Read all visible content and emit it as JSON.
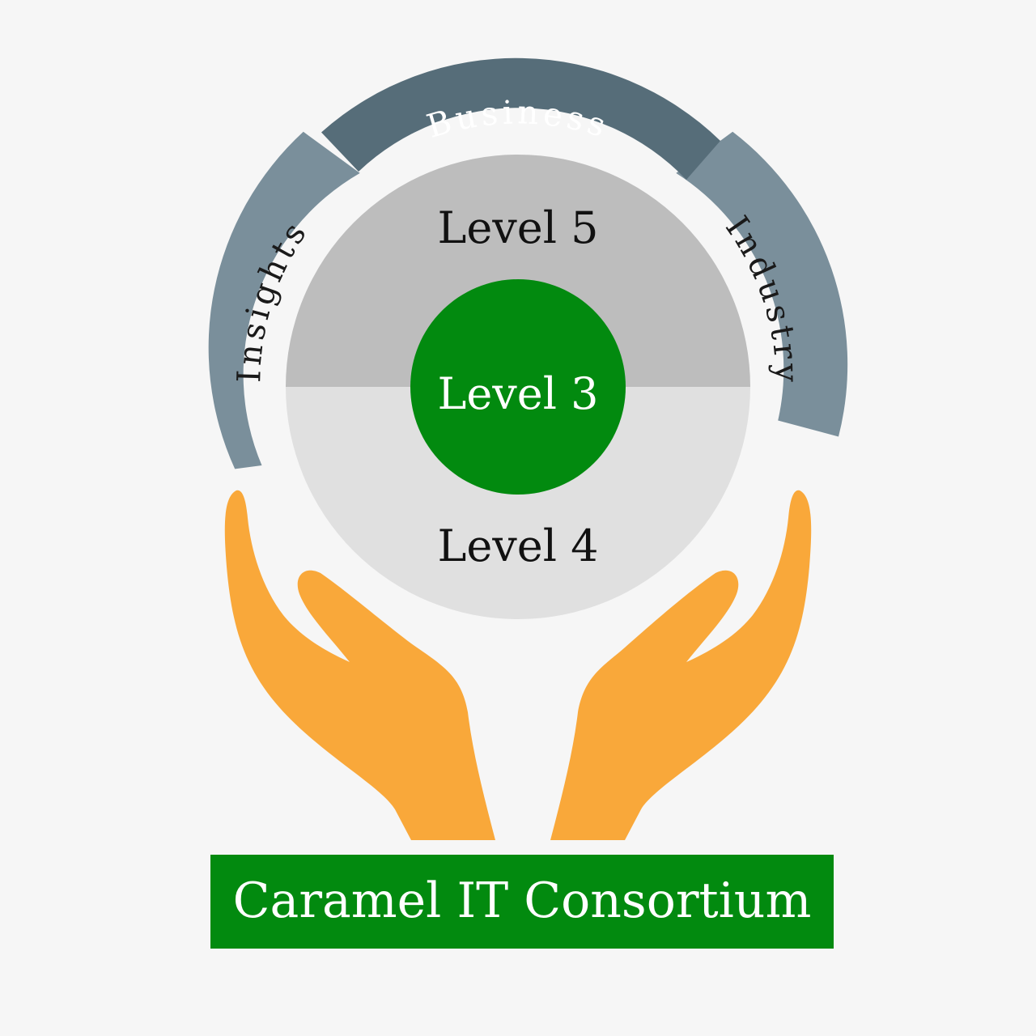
{
  "arc": {
    "left_label": "Insights",
    "top_label": "Business",
    "right_label": "Industry",
    "color_light": "#7a8f9b",
    "color_dark": "#566d79"
  },
  "levels": {
    "top": "Level 5",
    "center": "Level 3",
    "bottom": "Level 4",
    "top_color": "#bdbdbd",
    "bottom_color": "#e0e0e0",
    "center_color": "#028a0f"
  },
  "hands": {
    "icon": "caring-hands-icon",
    "color": "#f9a83a"
  },
  "banner": {
    "title": "Caramel IT Consortium",
    "color": "#028a0f"
  }
}
